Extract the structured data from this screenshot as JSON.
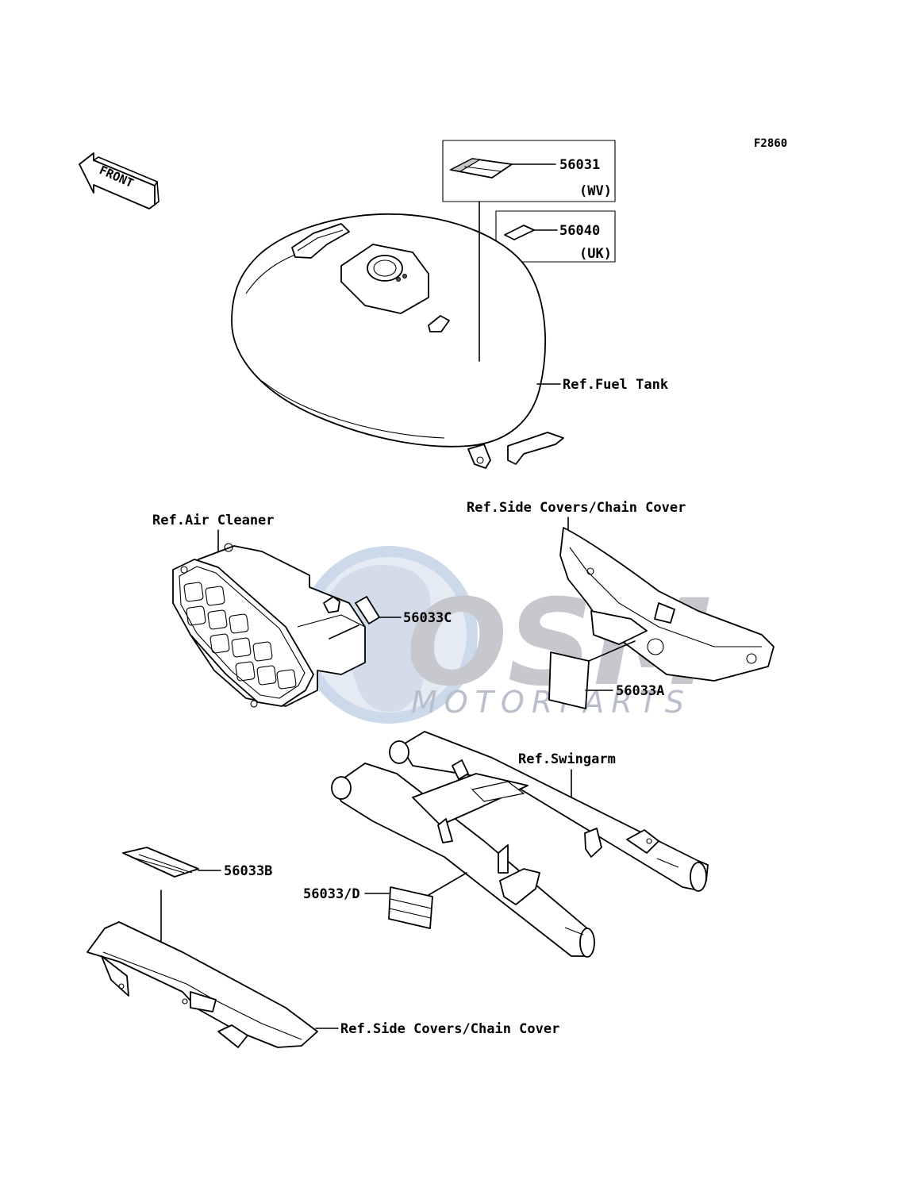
{
  "figure_code": "F2860",
  "front_badge": "FRONT",
  "watermark": {
    "brand": "OSM",
    "sub": "MOTORPARTS"
  },
  "labels": {
    "part_56031": "56031",
    "note_wv": "(WV)",
    "part_56040": "56040",
    "note_uk": "(UK)",
    "ref_fuel_tank": "Ref.Fuel Tank",
    "ref_air_cleaner": "Ref.Air Cleaner",
    "part_56033c": "56033C",
    "ref_side_covers_top": "Ref.Side Covers/Chain Cover",
    "part_56033a": "56033A",
    "ref_swingarm": "Ref.Swingarm",
    "part_56033b": "56033B",
    "part_56033d": "56033/D",
    "ref_side_covers_bottom": "Ref.Side Covers/Chain Cover"
  }
}
